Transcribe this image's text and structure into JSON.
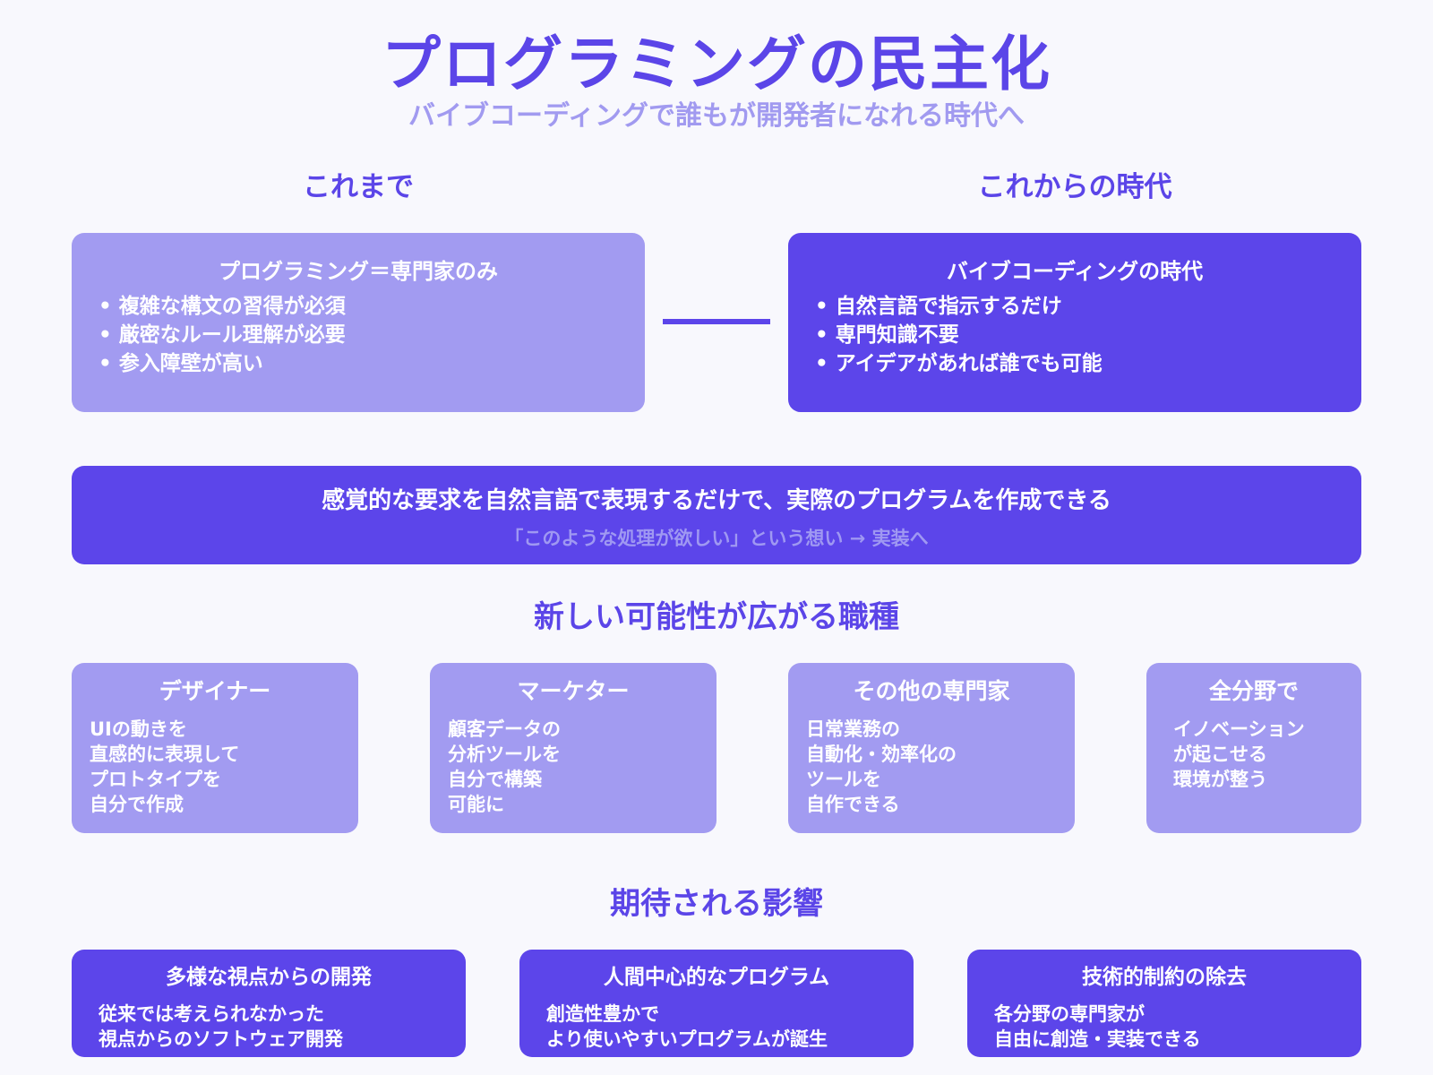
{
  "header": {
    "title": "プログラミングの民主化",
    "subtitle": "バイブコーディングで誰もが開発者になれる時代へ"
  },
  "comparison": {
    "before": {
      "heading": "これまで",
      "title": "プログラミング＝専門家のみ",
      "items": [
        "複雑な構文の習得が必須",
        "厳密なルール理解が必要",
        "参入障壁が高い"
      ]
    },
    "after": {
      "heading": "これからの時代",
      "title": "バイブコーディングの時代",
      "items": [
        "自然言語で指示するだけ",
        "専門知識不要",
        "アイデアがあれば誰でも可能"
      ]
    }
  },
  "banner": {
    "main": "感覚的な要求を自然言語で表現するだけで、実際のプログラムを作成できる",
    "sub": "「このような処理が欲しい」という想い → 実装へ"
  },
  "roles": {
    "heading": "新しい可能性が広がる職種",
    "cards": [
      {
        "title": "デザイナー",
        "lines": [
          "UIの動きを",
          "直感的に表現して",
          "プロトタイプを",
          "自分で作成"
        ]
      },
      {
        "title": "マーケター",
        "lines": [
          "顧客データの",
          "分析ツールを",
          "自分で構築",
          "可能に"
        ]
      },
      {
        "title": "その他の専門家",
        "lines": [
          "日常業務の",
          "自動化・効率化の",
          "ツールを",
          "自作できる"
        ]
      },
      {
        "title": "全分野で",
        "lines": [
          "イノベーション",
          "が起こせる",
          "環境が整う"
        ]
      }
    ]
  },
  "impact": {
    "heading": "期待される影響",
    "cards": [
      {
        "title": "多様な視点からの開発",
        "lines": [
          "従来では考えられなかった",
          "視点からのソフトウェア開発"
        ]
      },
      {
        "title": "人間中心的なプログラム",
        "lines": [
          "創造性豊かで",
          "より使いやすいプログラムが誕生"
        ]
      },
      {
        "title": "技術的制約の除去",
        "lines": [
          "各分野の専門家が",
          "自由に創造・実装できる"
        ]
      }
    ]
  },
  "colors": {
    "primary": "#5c45ea",
    "light": "#a29bf1",
    "background": "#f8f8fd"
  }
}
